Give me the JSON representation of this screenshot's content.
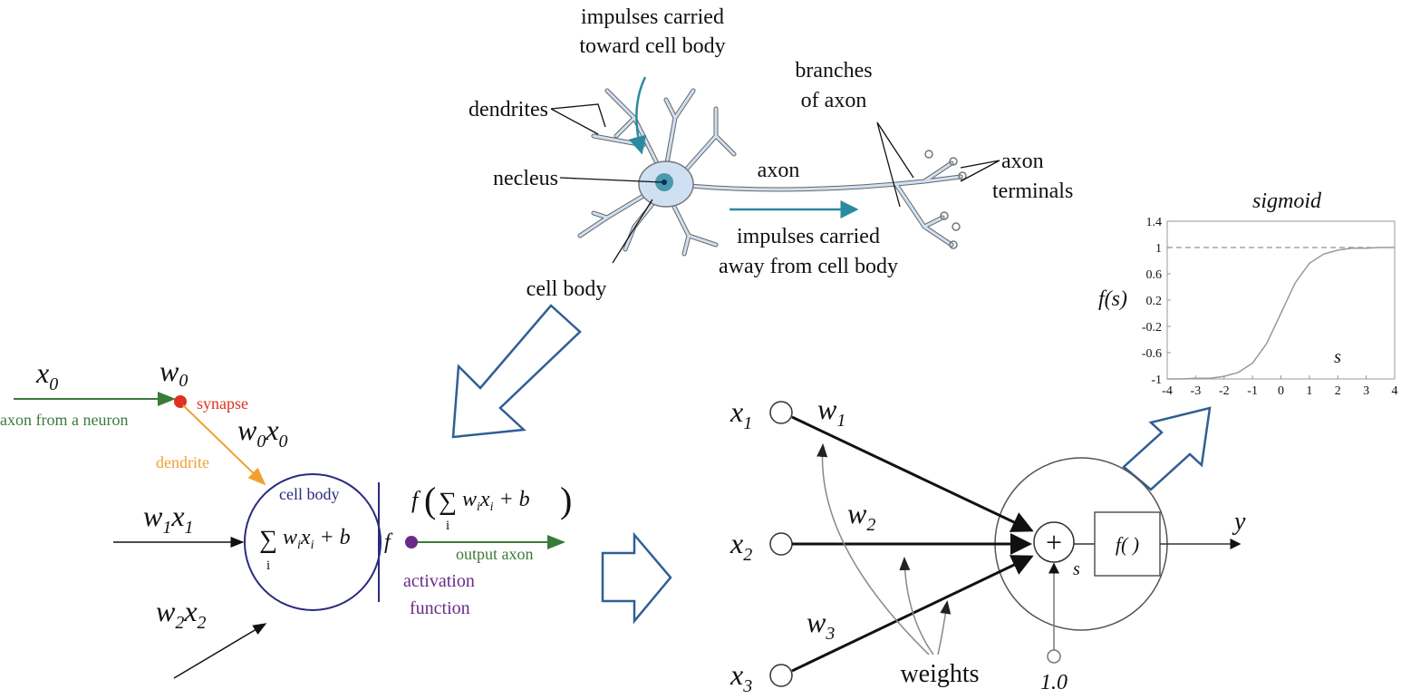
{
  "neuron": {
    "impulses_toward_1": "impulses carried",
    "impulses_toward_2": "toward cell body",
    "dendrites": "dendrites",
    "nucleus": "necleus",
    "axon": "axon",
    "branches_1": "branches",
    "branches_2": "of axon",
    "terminals_1": "axon",
    "terminals_2": "terminals",
    "impulses_away_1": "impulses carried",
    "impulses_away_2": "away from cell body",
    "cell_body": "cell body"
  },
  "bio_model": {
    "x0": {
      "base": "x",
      "sub": "0"
    },
    "w0": {
      "base": "w",
      "sub": "0"
    },
    "w0x0": {
      "w": "w",
      "ws": "0",
      "x": "x",
      "xs": "0"
    },
    "w1x1": {
      "w": "w",
      "ws": "1",
      "x": "x",
      "xs": "1"
    },
    "w2x2": {
      "w": "w",
      "ws": "2",
      "x": "x",
      "xs": "2"
    },
    "synapse": "synapse",
    "axon_from_neuron": "axon from a neuron",
    "dendrite": "dendrite",
    "cell_body": "cell body",
    "sum": {
      "sigma": "∑",
      "i": "i",
      "w": "w",
      "wi": "i",
      "x": "x",
      "xi": "i",
      "plus_b": "+ b"
    },
    "f": "f",
    "output_expr": {
      "f": "f",
      "open": "(",
      "close": ")"
    },
    "output_axon": "output axon",
    "activation_1": "activation",
    "activation_2": "function",
    "colors": {
      "axon": "#3a7a3a",
      "synapse": "#e03020",
      "dendrite": "#f0a030",
      "cell": "#2a2a80",
      "activation": "#6a2a8a"
    }
  },
  "perceptron": {
    "inputs": [
      {
        "base": "x",
        "sub": "1"
      },
      {
        "base": "x",
        "sub": "2"
      },
      {
        "base": "x",
        "sub": "3"
      }
    ],
    "weights": [
      {
        "base": "w",
        "sub": "1"
      },
      {
        "base": "w",
        "sub": "2"
      },
      {
        "base": "w",
        "sub": "3"
      }
    ],
    "plus": "+",
    "s": "s",
    "f_box": "f( )",
    "output": "y",
    "bias": "1.0",
    "weights_label": "weights"
  },
  "chart_data": {
    "type": "line",
    "title": "sigmoid",
    "xlabel": "s",
    "ylabel": "f(s)",
    "xlim": [
      -4,
      4
    ],
    "ylim": [
      -1,
      1.4
    ],
    "xticks": [
      "-4",
      "-3",
      "-2",
      "-1",
      "0",
      "1",
      "2",
      "3",
      "4"
    ],
    "yticks": [
      "1.4",
      "1",
      "0.6",
      "0.2",
      "-0.2",
      "-0.6",
      "-1"
    ],
    "reference_line": 1,
    "series": [
      {
        "name": "f(s)",
        "x": [
          -4,
          -3.5,
          -3,
          -2.5,
          -2,
          -1.5,
          -1,
          -0.5,
          0,
          0.5,
          1,
          1.5,
          2,
          2.5,
          3,
          3.5,
          4
        ],
        "y": [
          -1.0,
          -1.0,
          -0.99,
          -0.99,
          -0.96,
          -0.9,
          -0.76,
          -0.46,
          0.0,
          0.46,
          0.76,
          0.9,
          0.96,
          0.99,
          0.99,
          1.0,
          1.0
        ]
      }
    ],
    "grid": false,
    "line_color": "#999999"
  }
}
